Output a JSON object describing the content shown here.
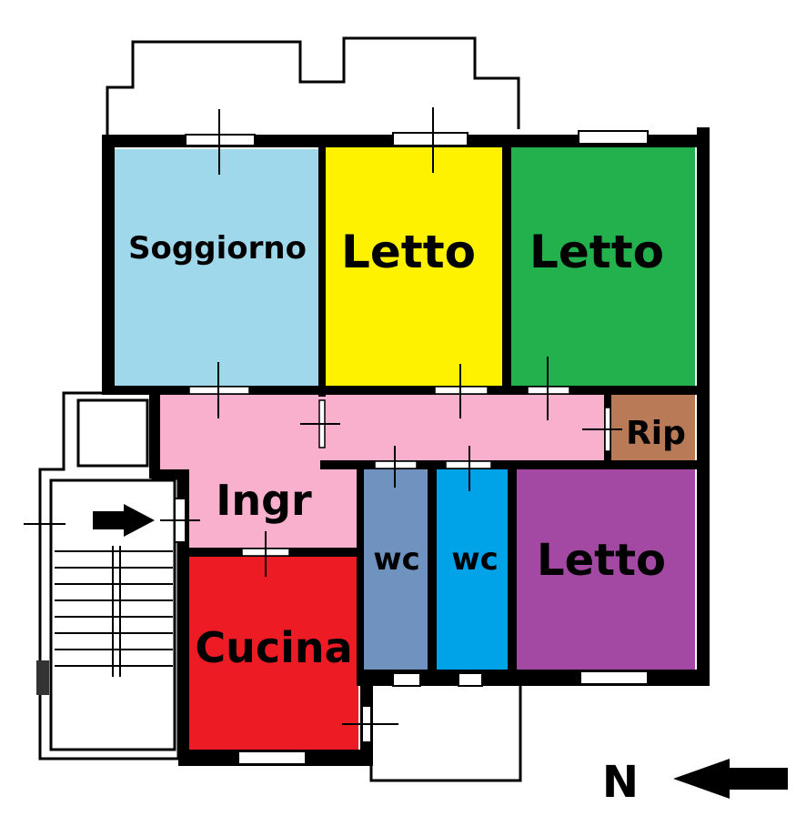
{
  "rooms": [
    {
      "id": "soggiorno",
      "label": "Soggiorno",
      "color": "#9fd8ea"
    },
    {
      "id": "letto1",
      "label": "Letto",
      "color": "#fff200"
    },
    {
      "id": "letto2",
      "label": "Letto",
      "color": "#22b14c"
    },
    {
      "id": "rip",
      "label": "Rip",
      "color": "#b97a57"
    },
    {
      "id": "ingr",
      "label": "Ingr",
      "color": "#f8b0cc"
    },
    {
      "id": "wc1",
      "label": "wc",
      "color": "#7092be"
    },
    {
      "id": "wc2",
      "label": "wc",
      "color": "#00a2e8"
    },
    {
      "id": "letto3",
      "label": "Letto",
      "color": "#a349a4"
    },
    {
      "id": "cucina",
      "label": "Cucina",
      "color": "#ed1c24"
    }
  ],
  "compass": {
    "label": "N"
  }
}
